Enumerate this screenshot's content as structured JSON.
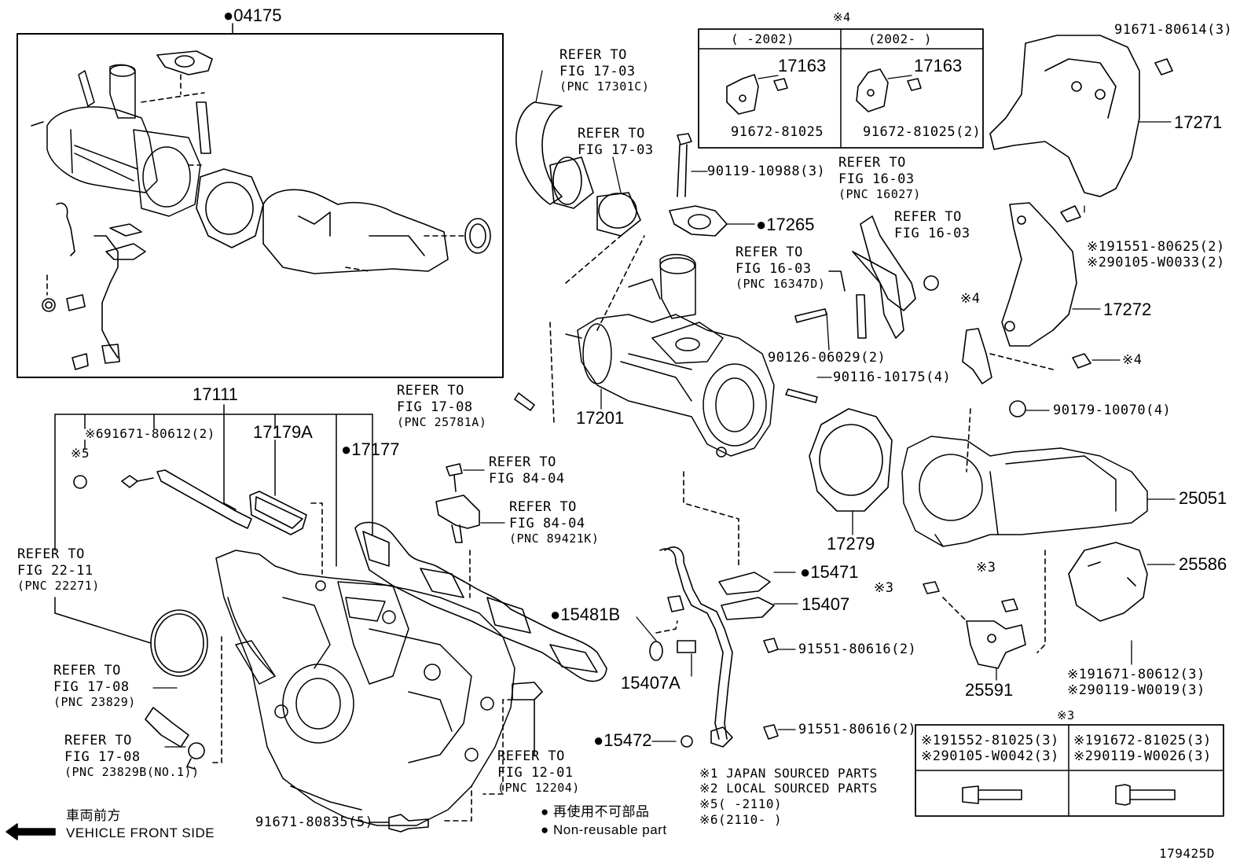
{
  "diagram_id": "179425D",
  "parts": {
    "p04175": "●04175",
    "p17111": "17111",
    "p91671_80612_6": "※691671-80612(2)",
    "x5_label": "※5",
    "p17179A": "17179A",
    "p17177": "●17177",
    "p17201": "17201",
    "p17265": "●17265",
    "p90119_10988": "90119-10988(3)",
    "p17163_a": "17163",
    "p17163_b": "17163",
    "p91672_81025_a": "91672-81025",
    "p91672_81025_b": "91672-81025(2)",
    "x4_label": "※4",
    "col_a": "(   -2002)",
    "col_b": "(2002-   )",
    "p91671_80614": "91671-80614(3)",
    "p17271": "17271",
    "p191551_80625": "※191551-80625(2)",
    "p290105_W0033": "※290105-W0033(2)",
    "p17272": "17272",
    "x4_b": "※4",
    "x4_c": "※4",
    "p90126_06029": "90126-06029(2)",
    "p90116_10175": "90116-10175(4)",
    "p90179_10070": "90179-10070(4)",
    "p25051": "25051",
    "p17279": "17279",
    "p25586": "25586",
    "x3_a": "※3",
    "x3_b": "※3",
    "p25591": "25591",
    "p191671_80612": "※191671-80612(3)",
    "p290119_W0019": "※290119-W0019(3)",
    "p15471": "●15471",
    "p15407": "15407",
    "p91551_80616_a": "91551-80616(2)",
    "p91551_80616_b": "91551-80616(2)",
    "p15481B": "●15481B",
    "p15407A": "15407A",
    "p15472": "●15472",
    "p91671_80835": "91671-80835(5)"
  },
  "refs": {
    "r1": [
      "REFER TO",
      "FIG 17-03",
      "(PNC 17301C)"
    ],
    "r2": [
      "REFER TO",
      "FIG 17-03"
    ],
    "r3": [
      "REFER TO",
      "FIG 16-03",
      "(PNC 16027)"
    ],
    "r4": [
      "REFER TO",
      "FIG 16-03"
    ],
    "r5": [
      "REFER TO",
      "FIG 16-03",
      "(PNC 16347D)"
    ],
    "r6": [
      "REFER TO",
      "FIG 17-08",
      "(PNC 25781A)"
    ],
    "r7": [
      "REFER TO",
      "FIG 84-04"
    ],
    "r8": [
      "REFER TO",
      "FIG 84-04",
      "(PNC 89421K)"
    ],
    "r9": [
      "REFER TO",
      "FIG 22-11",
      "(PNC 22271)"
    ],
    "r10": [
      "REFER TO",
      "FIG 17-08",
      "(PNC 23829)"
    ],
    "r11": [
      "REFER TO",
      "FIG 17-08",
      "(PNC 23829B(NO.1))"
    ],
    "r12": [
      "REFER TO",
      "FIG 12-01",
      "(PNC 12204)"
    ]
  },
  "table3": {
    "title": "※3",
    "left": [
      "※191552-81025(3)",
      "※290105-W0042(3)"
    ],
    "right": [
      "※191672-81025(3)",
      "※290119-W0026(3)"
    ]
  },
  "legend": {
    "l1": "※1  JAPAN SOURCED PARTS",
    "l2": "※2  LOCAL SOURCED PARTS",
    "l3": "※5(      -2110)",
    "l4": "※6(2110-      )",
    "nr_jp": "● 再使用不可部品",
    "nr_en": "● Non-reusable part"
  },
  "front": {
    "jp": "車両前方",
    "en": "VEHICLE FRONT SIDE"
  }
}
